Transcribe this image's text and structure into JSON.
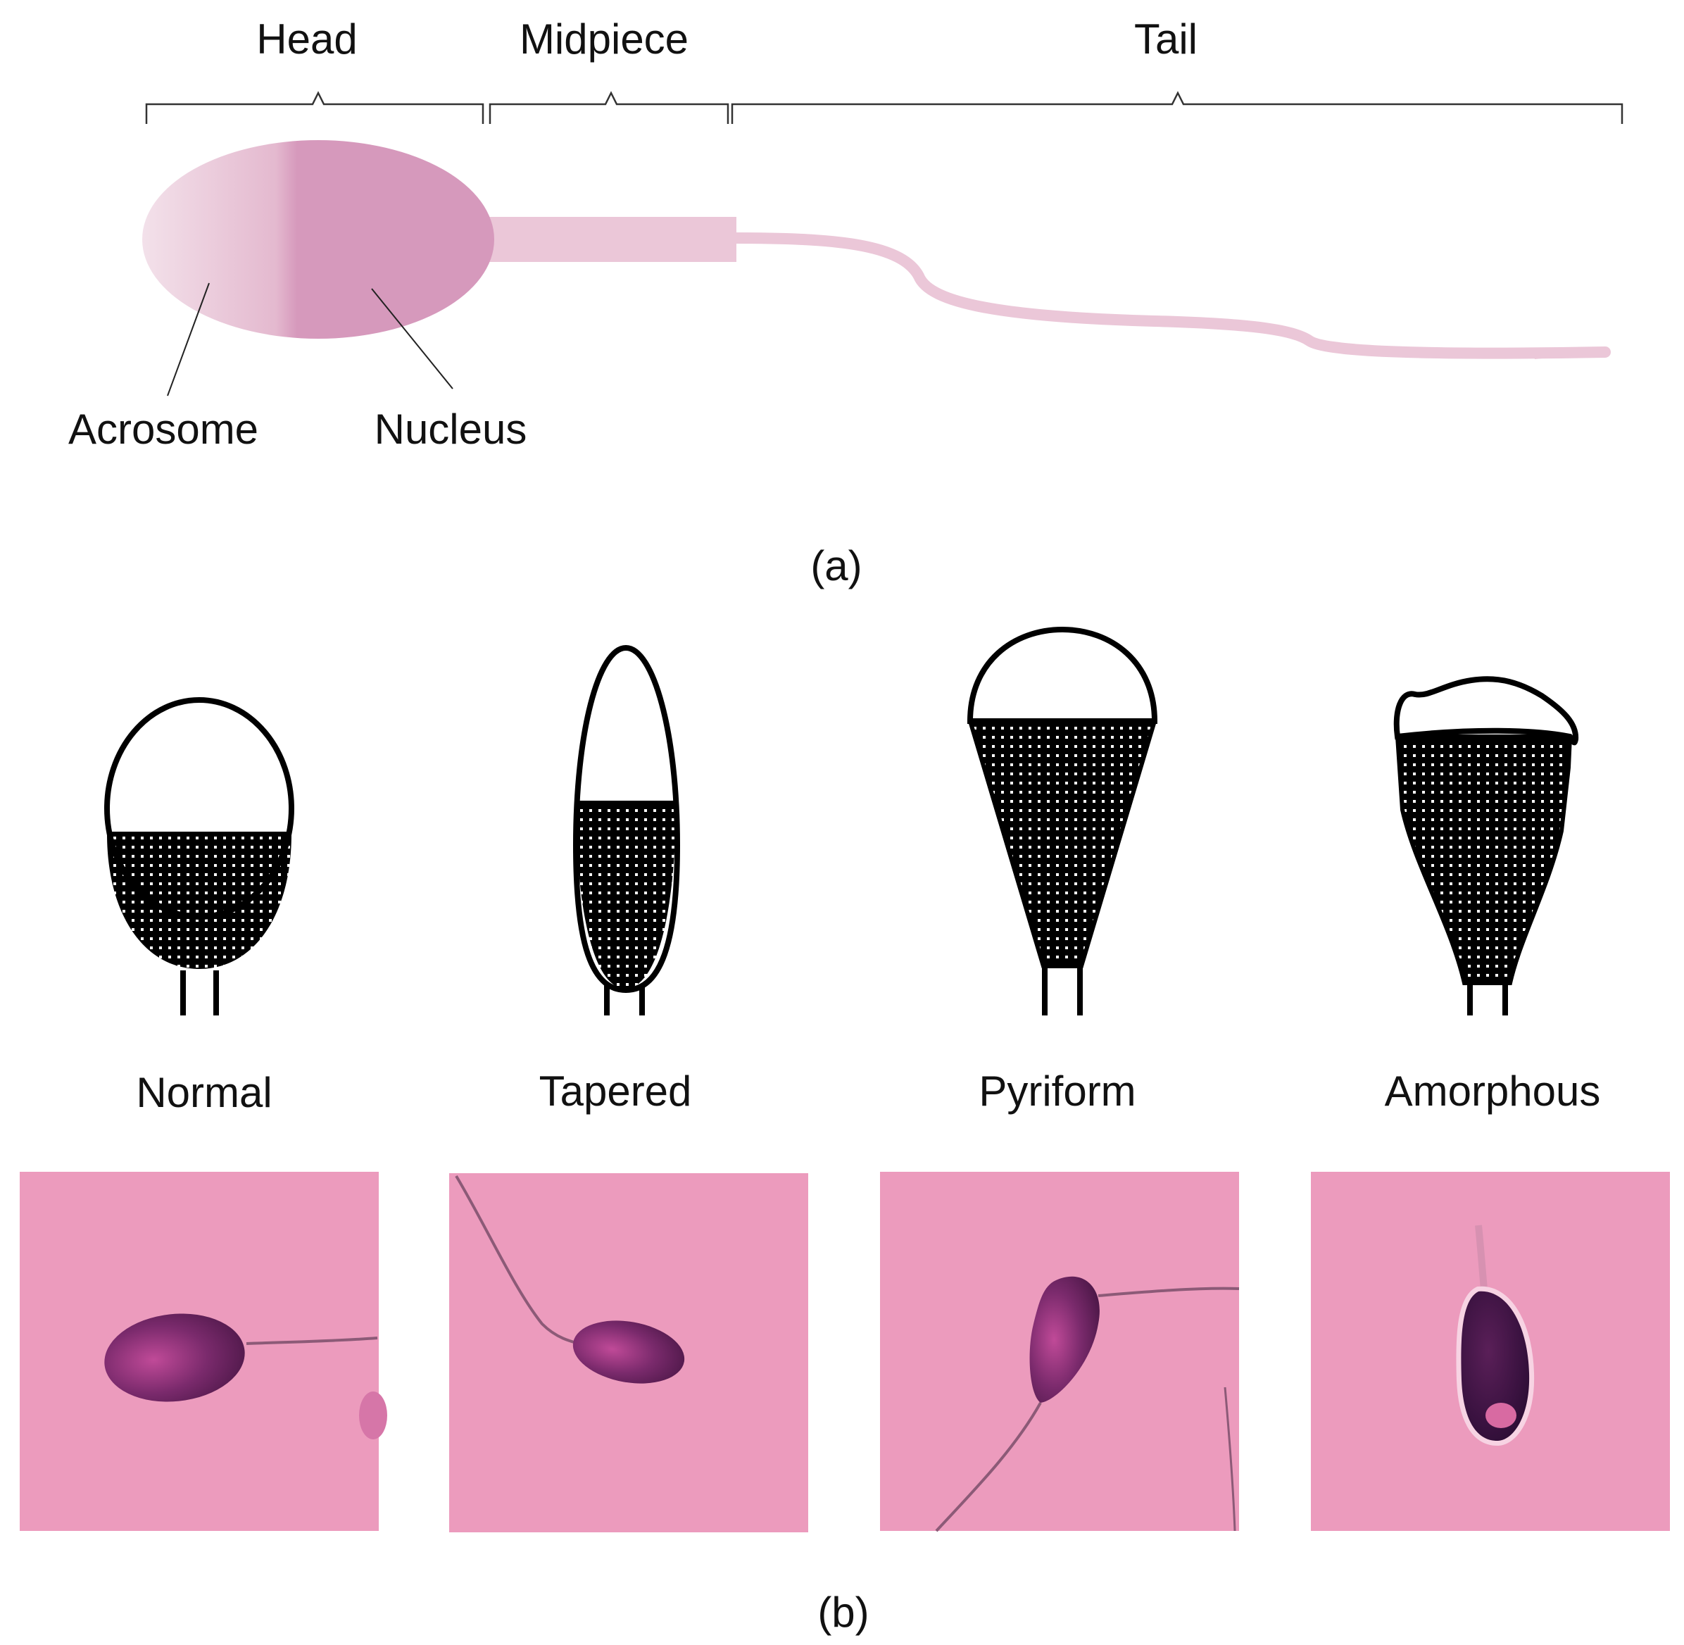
{
  "panel_a": {
    "segments": {
      "head": "Head",
      "midpiece": "Midpiece",
      "tail": "Tail"
    },
    "parts": {
      "acrosome": "Acrosome",
      "nucleus": "Nucleus"
    },
    "caption": "(a)",
    "colors": {
      "acrosome": "#f0dbe6",
      "nucleus": "#d699bc",
      "midpiece_tail": "#ebc7d8"
    }
  },
  "panel_b": {
    "shapes": [
      {
        "name": "normal",
        "label": "Normal"
      },
      {
        "name": "tapered",
        "label": "Tapered"
      },
      {
        "name": "pyriform",
        "label": "Pyriform"
      },
      {
        "name": "amorphous",
        "label": "Amorphous"
      }
    ],
    "caption": "(b)",
    "colors": {
      "micrograph_background": "#ec9bbd",
      "stained_head": "#6a1f5e"
    }
  }
}
